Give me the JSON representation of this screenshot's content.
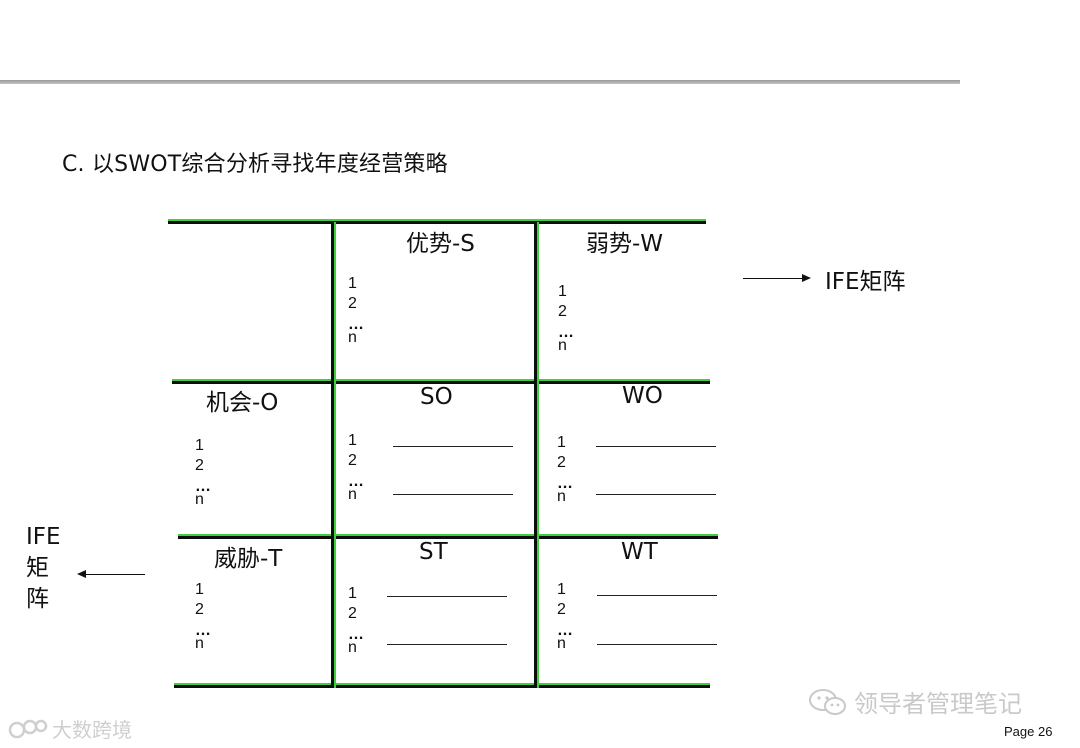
{
  "heading": "C.  以SWOT综合分析寻找年度经营策略",
  "matrix": {
    "col_headers": {
      "s": "优势-S",
      "w": "弱势-W"
    },
    "row_headers": {
      "o": "机会-O",
      "t": "威胁-T"
    },
    "cells": {
      "so": "SO",
      "wo": "WO",
      "st": "ST",
      "wt": "WT"
    },
    "list": {
      "one": "1",
      "two": "2",
      "dots": "…",
      "n": "n"
    }
  },
  "ife_right": "IFE矩阵",
  "ife_left": {
    "line1": "IFE",
    "line2": "矩",
    "line3": "阵"
  },
  "watermark_left": "大数跨境",
  "watermark_right": "领导者管理笔记",
  "page_number": "Page 26"
}
